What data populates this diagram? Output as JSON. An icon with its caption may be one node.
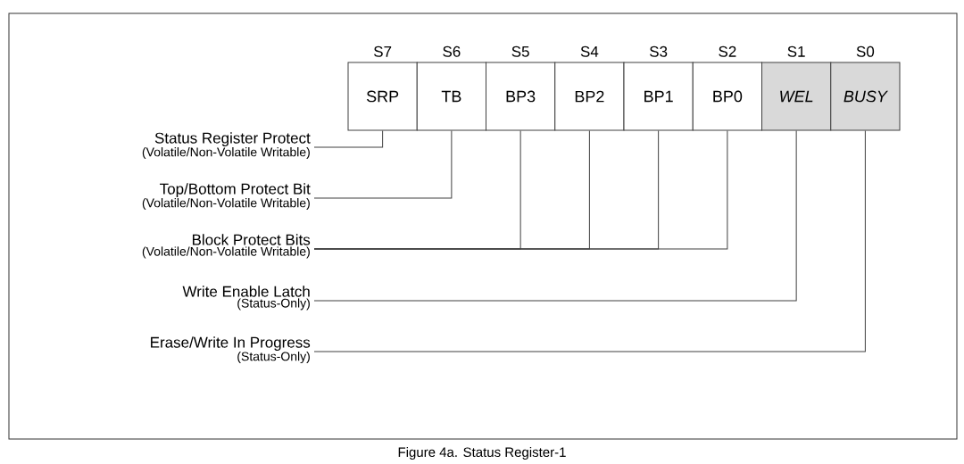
{
  "diagram": {
    "caption": "Figure 4a. Status Register-1",
    "nodes": [
      {
        "text": [
          "SRP"
        ],
        "beside": [
          "S7"
        ]
      },
      {
        "text": [
          "TB"
        ],
        "beside": [
          "S6"
        ]
      },
      {
        "text": [
          "BP3"
        ],
        "beside": [
          "S5"
        ]
      },
      {
        "text": [
          "BP2"
        ],
        "beside": [
          "S4"
        ]
      },
      {
        "text": [
          "BP1"
        ],
        "beside": [
          "S3"
        ]
      },
      {
        "text": [
          "BP0"
        ],
        "beside": [
          "S2"
        ]
      },
      {
        "text": [
          "WEL"
        ],
        "beside": [
          "S1"
        ]
      },
      {
        "text": [
          "BUSY"
        ],
        "beside": [
          "S0"
        ]
      },
      {
        "text": [
          "Status Register Protect",
          "(Volatile/Non-Volatile Writable)"
        ]
      },
      {
        "text": [
          "Top/Bottom Protect Bit",
          "(Volatile/Non-Volatile Writable)"
        ]
      },
      {
        "text": [
          "Block Protect Bits",
          "(Volatile/Non-Volatile Writable)"
        ]
      },
      {
        "text": [
          "Write Enable Latch",
          "(Status-Only)"
        ]
      },
      {
        "text": [
          "Erase/Write In Progress",
          "(Status-Only)"
        ]
      }
    ],
    "edges": [
      {
        "from": 8,
        "to": 0,
        "arrow": "none"
      },
      {
        "from": 9,
        "to": 1,
        "arrow": "none"
      },
      {
        "from": 10,
        "to": 2,
        "arrow": "none"
      },
      {
        "from": 10,
        "to": 3,
        "arrow": "none"
      },
      {
        "from": 10,
        "to": 4,
        "arrow": "none"
      },
      {
        "from": 10,
        "to": 5,
        "arrow": "none"
      },
      {
        "from": 11,
        "to": 6,
        "arrow": "none"
      },
      {
        "from": 12,
        "to": 7,
        "arrow": "none"
      }
    ]
  }
}
